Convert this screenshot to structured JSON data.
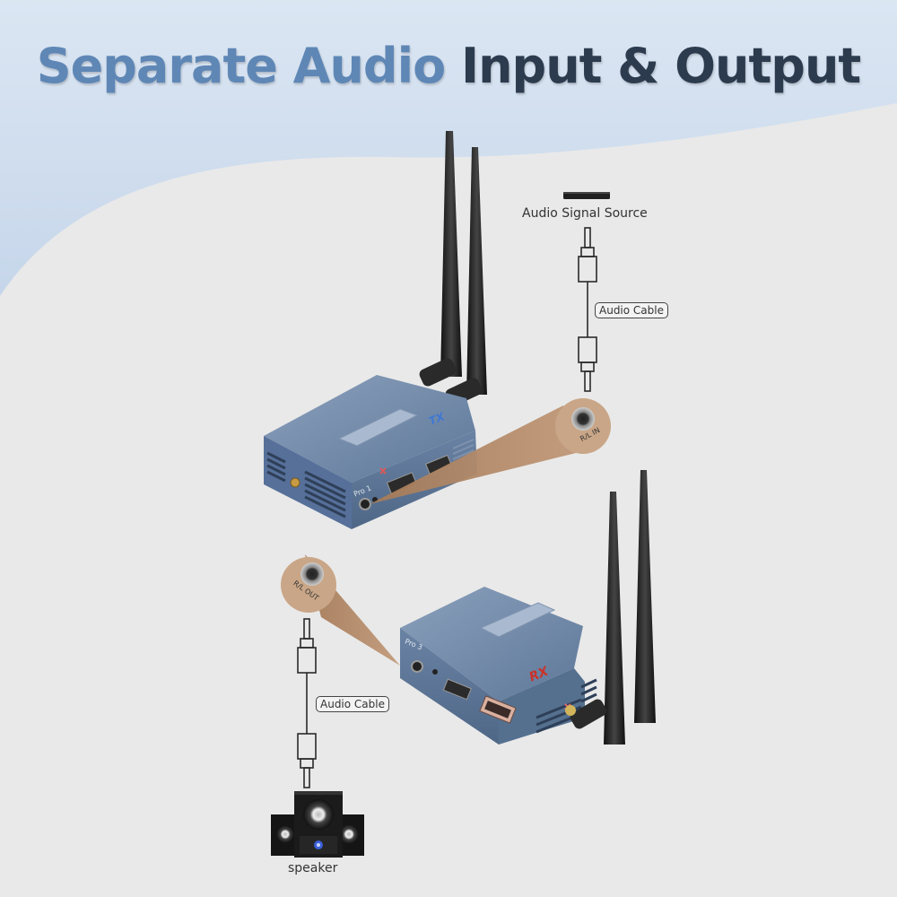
{
  "headline": {
    "part1": "Separate Audio",
    "part2": "Input & Output"
  },
  "source_label": "Audio Signal Source",
  "cable_label_top": "Audio Cable",
  "cable_label_bottom": "Audio Cable",
  "port_in_label": "R/L IN",
  "port_out_label": "R/L OUT",
  "tx_badge": "TX",
  "rx_badge": "RX",
  "tx_panel_label": "Pro 1",
  "rx_panel_label": "Pro 3",
  "speaker_label": "speaker",
  "colors": {
    "accent_blue": "#5f87b6",
    "dark_navy": "#2d3b4f",
    "device_blue": "#6f88a8",
    "callout_brown": "#b08665",
    "rx_red": "#c8322b"
  }
}
